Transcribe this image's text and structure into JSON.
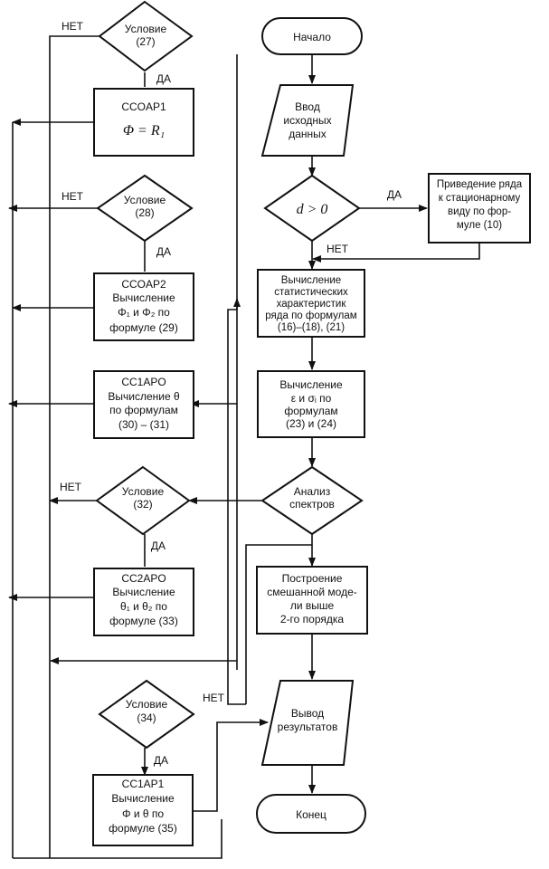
{
  "blocks": {
    "start": "Начало",
    "input": [
      "Ввод",
      "исходных",
      "данных"
    ],
    "cond_d": "d > 0",
    "stationary": [
      "Приведение ряда",
      "к стационарному",
      "виду по фор-",
      "муле (10)"
    ],
    "stats": [
      "Вычисление",
      "статистических",
      "характеристик",
      "ряда по формулам",
      "(16)–(18), (21)"
    ],
    "eps": [
      "Вычисление",
      "ε и σᵢ по",
      "формулам",
      "(23) и (24)"
    ],
    "analysis": [
      "Анализ",
      "спектров"
    ],
    "mixed": [
      "Построение",
      "смешанной моде-",
      "ли выше",
      "2-го порядка"
    ],
    "output": [
      "Вывод",
      "результатов"
    ],
    "end": "Конец",
    "cond27": [
      "Условие",
      "(27)"
    ],
    "ccoap1": [
      "CCOAP1",
      "Φ = R₁"
    ],
    "cond28": [
      "Условие",
      "(28)"
    ],
    "ccoap2": [
      "CCOAP2",
      "Вычисление",
      "Φ₁ и Φ₂ по",
      "формуле (29)"
    ],
    "cc1apo": [
      "CC1APO",
      "Вычисление θ",
      "по формулам",
      "(30) – (31)"
    ],
    "cond32": [
      "Условие",
      "(32)"
    ],
    "cc2apo": [
      "CC2APO",
      "Вычисление",
      "θ₁ и θ₂ по",
      "формуле (33)"
    ],
    "cond34": [
      "Условие",
      "(34)"
    ],
    "cc1ap1": [
      "CC1AP1",
      "Вычисление",
      "Φ и θ по",
      "формуле (35)"
    ]
  },
  "labels": {
    "yes": "ДА",
    "no": "НЕТ"
  }
}
